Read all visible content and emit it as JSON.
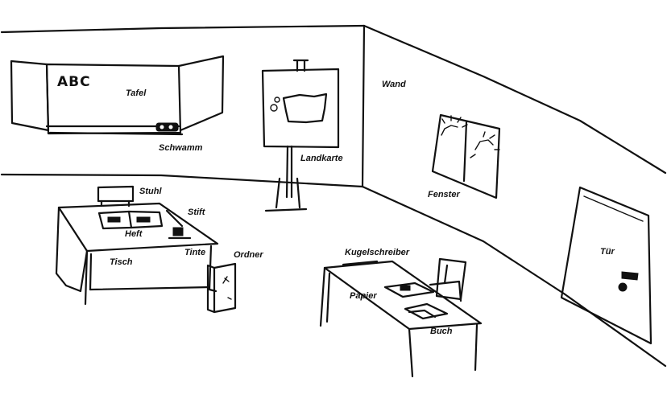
{
  "board_text": "ABC",
  "labels": {
    "tafel": "Tafel",
    "schwamm": "Schwamm",
    "landkarte": "Landkarte",
    "wand": "Wand",
    "fenster": "Fenster",
    "tuer": "Tür",
    "stuhl": "Stuhl",
    "stift": "Stift",
    "heft": "Heft",
    "tinte": "Tinte",
    "tisch": "Tisch",
    "ordner": "Ordner",
    "kugelschreiber": "Kugelschreiber",
    "papier": "Papier",
    "buch": "Buch"
  }
}
